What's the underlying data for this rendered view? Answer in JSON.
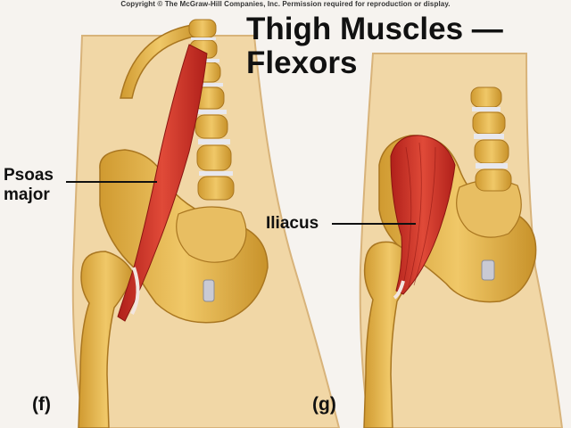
{
  "copyright": "Copyright © The McGraw-Hill Companies, Inc. Permission required for reproduction or display.",
  "title": {
    "line1": "Thigh Muscles —",
    "line2": "Flexors"
  },
  "panels": [
    {
      "letter": "(f)",
      "labels": [
        {
          "line1": "Psoas",
          "line2": "major"
        }
      ]
    },
    {
      "letter": "(g)",
      "labels": [
        {
          "line1": "Iliacus"
        }
      ]
    }
  ],
  "colors": {
    "background": "#f6f3ef",
    "skin": "#f1d7a6",
    "bone": "#e3b85a",
    "bone_dark": "#c8962e",
    "disc": "#e8e8ee",
    "muscle": "#d8382c",
    "muscle_dark": "#a81c18"
  }
}
